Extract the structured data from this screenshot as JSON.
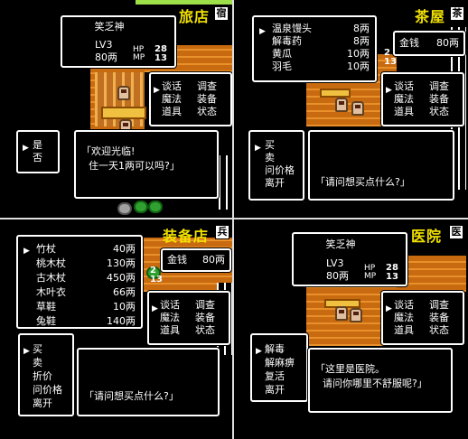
{
  "inn": {
    "title": "旅店",
    "sign": "宿",
    "status": {
      "name": "笑乏神",
      "level": "LV3",
      "money": "80两",
      "hp_label": "HP",
      "mp_label": "MP",
      "hp": "28",
      "mp": "13"
    },
    "commands": [
      "谈话",
      "调查",
      "魔法",
      "装备",
      "道具",
      "状态"
    ],
    "choices": [
      "是",
      "否"
    ],
    "dialog": [
      "「欢迎光临!",
      "住一天1两可以吗?」"
    ]
  },
  "tea": {
    "title": "茶屋",
    "sign": "茶",
    "items": [
      {
        "name": "温泉馒头",
        "price": "8两"
      },
      {
        "name": "解毒药",
        "price": "8两"
      },
      {
        "name": "黄瓜",
        "price": "10两"
      },
      {
        "name": "羽毛",
        "price": "10两"
      }
    ],
    "money_label": "金钱",
    "money": "80两",
    "hp": "2",
    "mp": "13",
    "commands": [
      "谈话",
      "调查",
      "魔法",
      "装备",
      "道具",
      "状态"
    ],
    "menu": [
      "买",
      "卖",
      "问价格",
      "离开"
    ],
    "dialog": [
      "「请问想买点什么?」"
    ]
  },
  "equip": {
    "title": "装备店",
    "sign": "兵",
    "items": [
      {
        "name": "竹杖",
        "price": "40两"
      },
      {
        "name": "桃木杖",
        "price": "130两"
      },
      {
        "name": "古木杖",
        "price": "450两"
      },
      {
        "name": "木叶衣",
        "price": "66两"
      },
      {
        "name": "草鞋",
        "price": "10两"
      },
      {
        "name": "兔鞋",
        "price": "140两"
      }
    ],
    "money_label": "金钱",
    "money": "80两",
    "hp": "2",
    "mp": "13",
    "commands": [
      "谈话",
      "调查",
      "魔法",
      "装备",
      "道具",
      "状态"
    ],
    "menu": [
      "买",
      "卖",
      "折价",
      "问价格",
      "离开"
    ],
    "dialog": [
      "「请问想买点什么?」"
    ]
  },
  "clinic": {
    "title": "医院",
    "sign": "医",
    "status": {
      "name": "笑乏神",
      "level": "LV3",
      "money": "80两",
      "hp_label": "HP",
      "mp_label": "MP",
      "hp": "28",
      "mp": "13"
    },
    "commands": [
      "谈话",
      "调查",
      "魔法",
      "装备",
      "道具",
      "状态"
    ],
    "menu": [
      "解毒",
      "解麻痹",
      "复活",
      "离开"
    ],
    "dialog": [
      "「这里是医院。",
      "请问你哪里不舒服呢?」"
    ]
  }
}
